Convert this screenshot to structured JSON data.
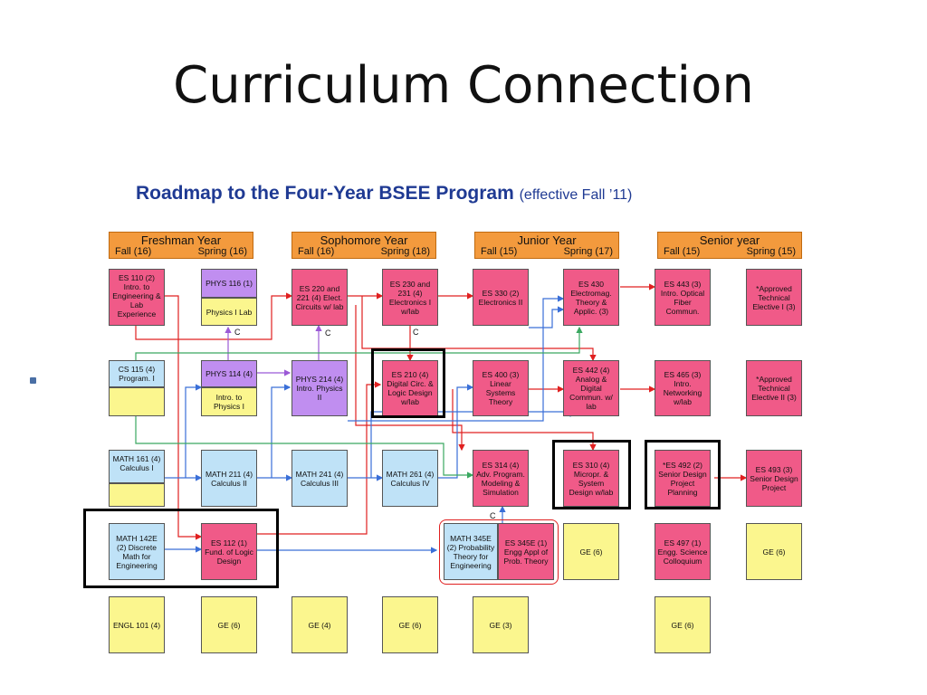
{
  "slide": {
    "title": "Curriculum Connection"
  },
  "roadmap": {
    "title": "Roadmap to the Four-Year BSEE Program",
    "effective": "(effective Fall ’11)"
  },
  "years": [
    {
      "name": "Freshman Year",
      "fall": "Fall (16)",
      "spring": "Spring (16)"
    },
    {
      "name": "Sophomore Year",
      "fall": "Fall (16)",
      "spring": "Spring (18)"
    },
    {
      "name": "Junior Year",
      "fall": "Fall (15)",
      "spring": "Spring (17)"
    },
    {
      "name": "Senior year",
      "fall": "Fall (15)",
      "spring": "Spring (15)"
    }
  ],
  "courses": {
    "es110": "ES 110 (2) Intro. to Engineering & Lab Experience",
    "phys116": "PHYS 116 (1)",
    "phys116_sub": "Physics I Lab",
    "es220": "ES 220 and 221 (4) Elect. Circuits w/ lab",
    "es230": "ES 230 and 231 (4) Electronics I w/lab",
    "es330": "ES 330 (2) Electronics II",
    "es430": "ES 430 Electromag. Theory & Applic. (3)",
    "es443": "ES 443 (3) Intro. Optical Fiber Commun.",
    "te1": "*Approved Technical Elective I (3)",
    "cs115": "CS 115 (4) Program. I",
    "phys114": "PHYS 114 (4)",
    "phys114_sub": "Intro. to Physics I",
    "phys214": "PHYS 214 (4) Intro. Physics II",
    "es210": "ES 210 (4) Digital Circ. & Logic Design w/lab",
    "es400": "ES 400 (3) Linear Systems Theory",
    "es442": "ES 442 (4) Analog & Digital Commun. w/ lab",
    "es465": "ES 465 (3) Intro. Networking w/lab",
    "te2": "*Approved Technical Elective II (3)",
    "math161": "MATH 161 (4) Calculus I",
    "math211": "MATH 211 (4) Calculus II",
    "math241": "MATH 241 (4) Calculus III",
    "math261": "MATH 261 (4) Calculus IV",
    "es314": "ES 314 (4) Adv. Program. Modeling & Simulation",
    "es310": "ES 310 (4) Micropr. & System Design w/lab",
    "es492": "*ES 492 (2) Senior Design Project Planning",
    "es493": "ES 493 (3) Senior Design Project",
    "math142e": "MATH 142E (2) Discrete Math for Engineering",
    "es112": "ES 112 (1) Fund. of Logic Design",
    "math345e": "MATH 345E (2) Probability Theory for Engineering",
    "es345e": "ES 345E (1) Engg Appl of Prob. Theory",
    "ge6_a": "GE (6)",
    "es497": "ES 497 (1) Engg. Science Colloquium",
    "ge6_b": "GE (6)",
    "engl101": "ENGL 101 (4)",
    "ge6_c": "GE (6)",
    "ge4": "GE (4)",
    "ge6_d": "GE (6)",
    "ge3": "GE (3)",
    "ge6_e": "GE (6)"
  },
  "corequisite_label": "C",
  "colors": {
    "prereq_red": "#e02020",
    "prereq_blue": "#3a6fd8",
    "prereq_purple": "#9b59d6",
    "prereq_green": "#3aa860"
  }
}
